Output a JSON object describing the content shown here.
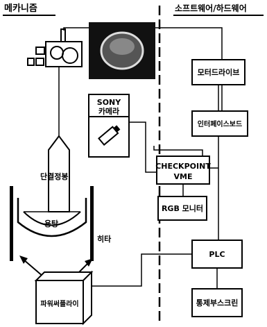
{
  "sections": {
    "mechanism": "메카니즘",
    "software_hardware": "소프트웨어/하드웨어"
  },
  "components": {
    "motor_drive": "모터드라이브",
    "interface_board": "인터페이스보드",
    "camera_line1": "SONY",
    "camera_line2": "카메라",
    "checkpoint_line1": "CHECKPOINT",
    "checkpoint_line2": "VME",
    "rgb_monitor": "RGB 모니터",
    "plc": "PLC",
    "control_screen": "통제부스크린",
    "power_supply": "파워써플라이"
  },
  "labels": {
    "single_crystal": "단결정봉",
    "melt": "용탕",
    "heater": "히타"
  },
  "colors": {
    "line": "#000000",
    "background": "#ffffff",
    "photo_bg": "#111111"
  }
}
